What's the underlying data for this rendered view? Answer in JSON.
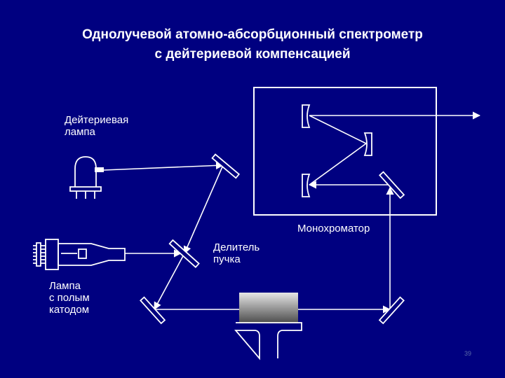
{
  "title": {
    "line1": "Однолучевой атомно-абсорбционный  спектрометр",
    "line2": "с дейтериевой компенсацией"
  },
  "labels": {
    "deuterium_lamp": {
      "line1": "Дейтериевая",
      "line2": "лампа"
    },
    "hollow_cathode_lamp": {
      "line1": "Лампа",
      "line2": "с полым",
      "line3": "катодом"
    },
    "beam_splitter": {
      "line1": "Делитель",
      "line2": "пучка"
    },
    "monochromator": "Монохроматор"
  },
  "page_number": "39",
  "colors": {
    "background": "#000080",
    "lines": "#ffffff",
    "flame_top": "#e6e6e6",
    "flame_bottom": "#4a4a4a"
  }
}
